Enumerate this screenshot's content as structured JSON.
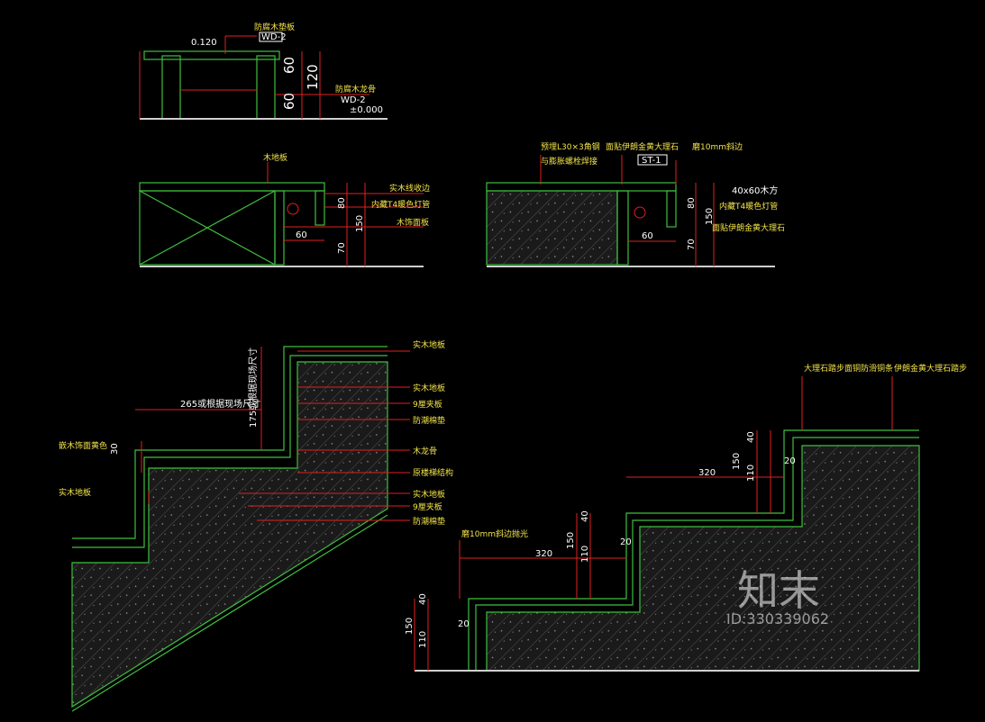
{
  "detail_a": {
    "labels": [
      "防腐木垫板",
      "防腐木龙骨"
    ],
    "tag": "WD-2",
    "tag2": "WD-2",
    "dim_top": "0.120",
    "dims": [
      "60",
      "120",
      "60"
    ],
    "elevation": "±0.000"
  },
  "detail_b": {
    "labels": [
      "木地板",
      "实木线收边",
      "内藏T4暖色灯管",
      "木饰面板"
    ],
    "dims": [
      "80",
      "150",
      "60",
      "70"
    ]
  },
  "detail_c": {
    "labels": [
      "预埋L30×3角钢",
      "与膨胀螺栓焊接",
      "面贴伊朗金黄大理石",
      "磨10mm斜边",
      "40x60木方",
      "内藏T4暖色灯管",
      "面贴伊朗金黄大理石"
    ],
    "tag": "ST-1",
    "dims": [
      "80",
      "150",
      "60",
      "70"
    ]
  },
  "detail_d": {
    "labels": [
      "实木地板",
      "实木地板",
      "9厘夹板",
      "防潮棉垫",
      "木龙骨",
      "原楼梯结构",
      "实木地板",
      "9厘夹板",
      "防潮棉垫",
      "嵌木饰面黄色",
      "实木地板"
    ],
    "dim_tread": "265或根据现场尺寸",
    "dim_riser": "175或根据现场尺寸",
    "dim_small": "30"
  },
  "detail_e": {
    "labels": [
      "大理石踏步面铜防滑铜条",
      "伊朗金黄大理石踏步",
      "磨10mm斜边抛光"
    ],
    "dims_upper": [
      "40",
      "150",
      "110",
      "20",
      "320"
    ],
    "dims_mid": [
      "40",
      "150",
      "110",
      "20",
      "320"
    ],
    "dims_lower": [
      "40",
      "150",
      "110",
      "20"
    ]
  },
  "watermark": {
    "brand": "知末",
    "id": "ID:330339062"
  }
}
